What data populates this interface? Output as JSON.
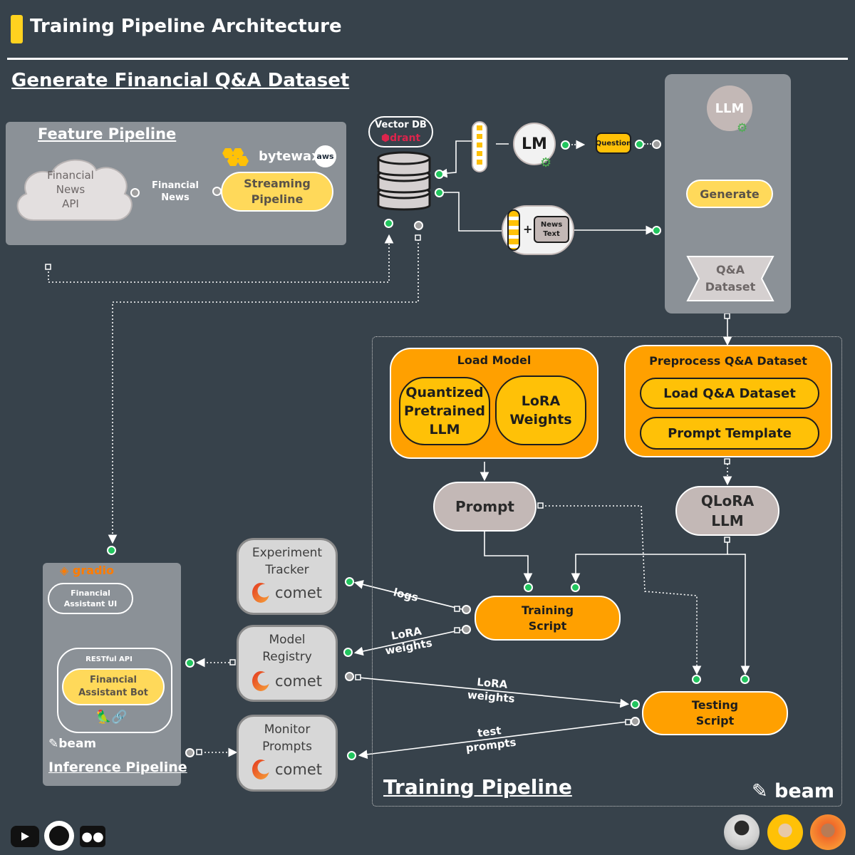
{
  "header": {
    "title": "Training Pipeline Architecture"
  },
  "dataset_section": {
    "title": "Generate Financial Q&A Dataset"
  },
  "feature_pipeline": {
    "title": "Feature Pipeline",
    "api_line1": "Financial",
    "api_line2": "News",
    "api_line3": "API",
    "edge_label_line1": "Financial",
    "edge_label_line2": "News",
    "bytewax": "bytewax",
    "aws": "aws",
    "streaming_line1": "Streaming",
    "streaming_line2": "Pipeline"
  },
  "vector_db": {
    "label": "Vector DB",
    "brand": "drant"
  },
  "lm": {
    "label": "LM",
    "question": "Question"
  },
  "news_text": {
    "line1": "News",
    "line2": "Text"
  },
  "generate_panel": {
    "llm": "LLM",
    "generate": "Generate",
    "dataset_line1": "Q&A",
    "dataset_line2": "Dataset"
  },
  "load_model": {
    "title": "Load Model",
    "quantized_line1": "Quantized",
    "quantized_line2": "Pretrained",
    "quantized_line3": "LLM",
    "lora_line1": "LoRA",
    "lora_line2": "Weights"
  },
  "preprocess": {
    "title": "Preprocess Q&A Dataset",
    "load": "Load Q&A Dataset",
    "template": "Prompt Template"
  },
  "prompt": {
    "label": "Prompt"
  },
  "qlora": {
    "line1": "QLoRA",
    "line2": "LLM"
  },
  "training_script": {
    "line1": "Training",
    "line2": "Script"
  },
  "testing_script": {
    "line1": "Testing",
    "line2": "Script"
  },
  "experiment_tracker": {
    "line1": "Experiment",
    "line2": "Tracker",
    "brand": "comet"
  },
  "model_registry": {
    "line1": "Model",
    "line2": "Registry",
    "brand": "comet"
  },
  "monitor_prompts": {
    "line1": "Monitor",
    "line2": "Prompts",
    "brand": "comet"
  },
  "edges": {
    "logs": "logs",
    "lora1_line1": "LoRA",
    "lora1_line2": "weights",
    "lora2_line1": "LoRA",
    "lora2_line2": "weights",
    "test_line1": "test",
    "test_line2": "prompts"
  },
  "inference": {
    "gradio": "gradio",
    "ui_line1": "Financial",
    "ui_line2": "Assistant UI",
    "restful": "RESTful API",
    "bot_line1": "Financial",
    "bot_line2": "Assistant Bot",
    "beam": "beam",
    "title": "Inference Pipeline"
  },
  "training_pipeline": {
    "title": "Training Pipeline",
    "beam": "beam"
  },
  "colors": {
    "background": "#37424b",
    "accent_yellow": "#ffd95a",
    "orange": "#ffa000",
    "green_dot": "#22c55e"
  },
  "footer_icons": [
    "youtube-icon",
    "github-icon",
    "medium-icon"
  ]
}
